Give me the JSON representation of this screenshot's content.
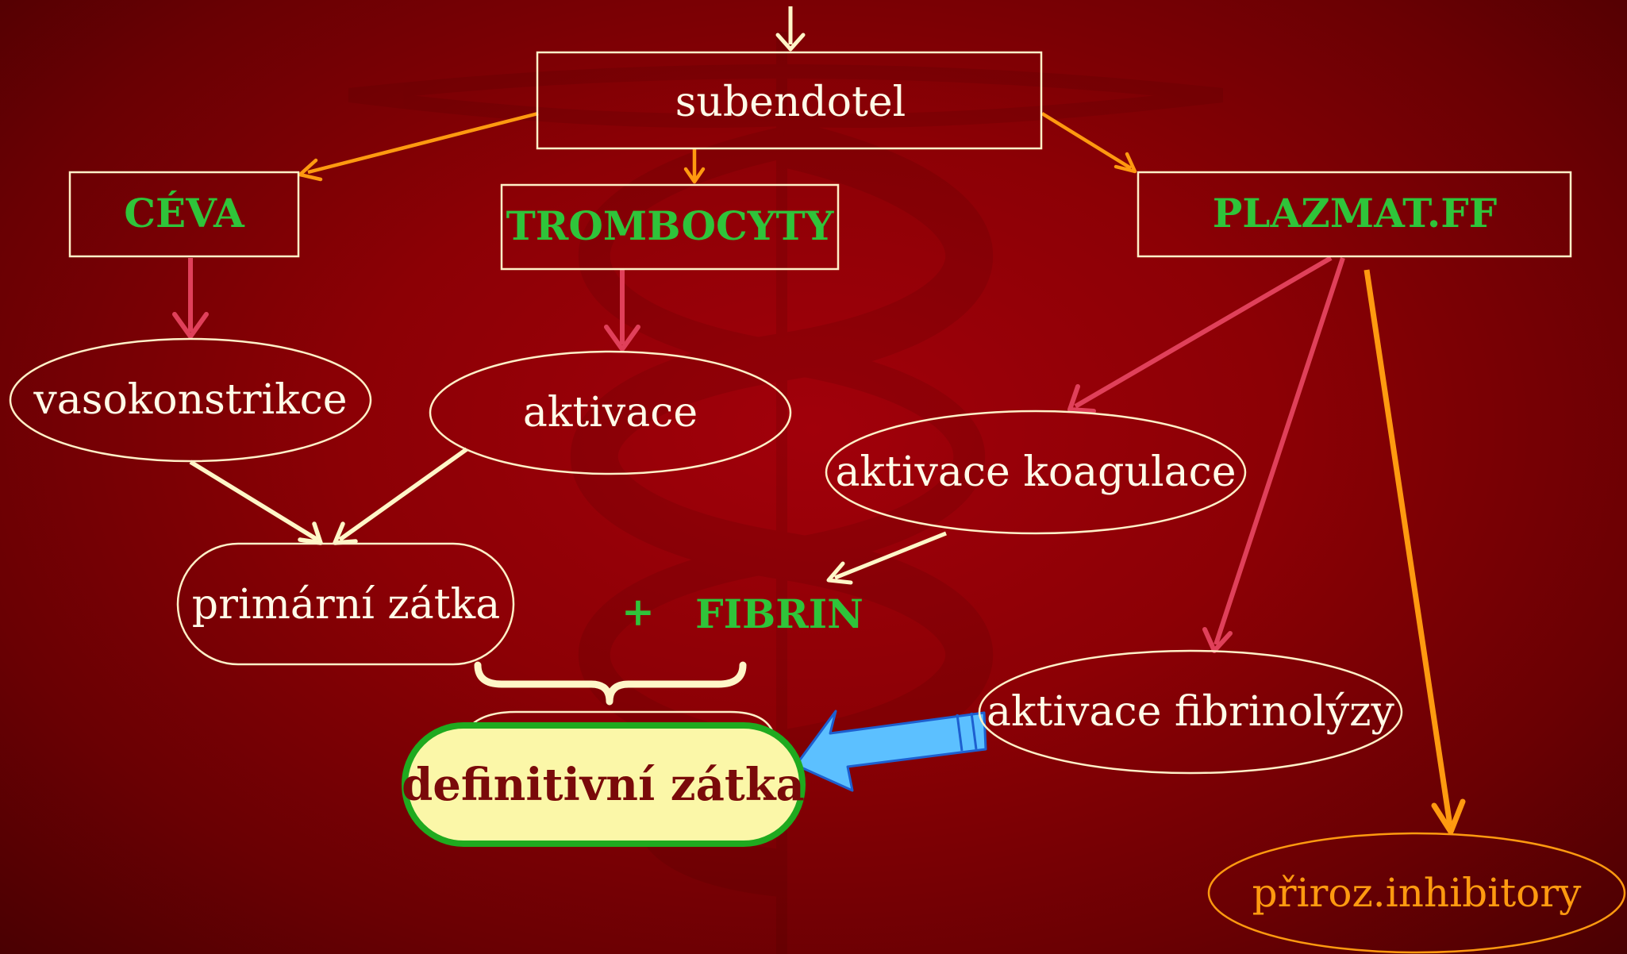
{
  "nodes": {
    "subendotel": "subendotel",
    "ceva": "CÉVA",
    "trombocyty": "TROMBOCYTY",
    "plazmat": "PLAZMAT.FF",
    "vasokonstrikce": "vasokonstrikce",
    "aktivace": "aktivace",
    "aktivace_koagulace": "aktivace koagulace",
    "primarni_zatka": "primární zátka",
    "plus": "+",
    "fibrin": "FIBRIN",
    "aktivace_fibrinolyzy": "aktivace fibrinolýzy",
    "definitivni_zatka": "definitivní zátka",
    "priroz_inhibitory": "přiroz.inhibitory"
  },
  "colors": {
    "background": "#8c0005",
    "green_label": "#2fc43a",
    "white_text": "#fffbe8",
    "orange_arrow": "#ff9a10",
    "pink_arrow": "#e0405a",
    "cream_arrow": "#fff6c8",
    "highlight_fill": "#fbf7a8",
    "highlight_border": "#1faa1f",
    "blue_arrow": "#5cc0ff",
    "orange_text": "#ff9a10"
  }
}
